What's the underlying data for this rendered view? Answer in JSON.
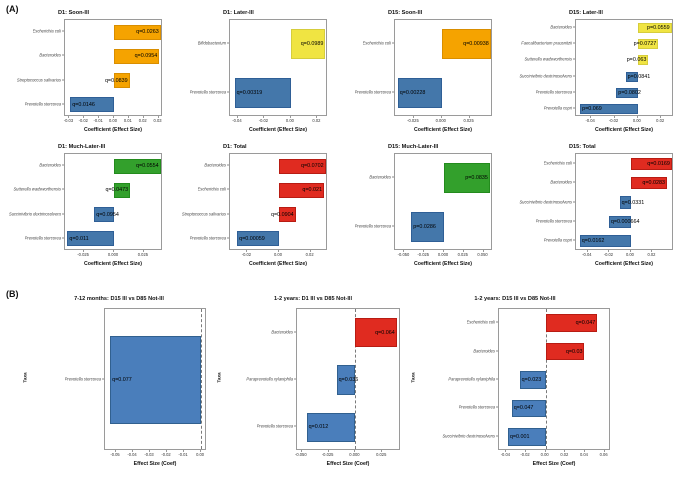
{
  "figure": {
    "section_a_label": "(A)",
    "section_b_label": "(B)",
    "colors": {
      "orange": "#f5a300",
      "yellow": "#f0e442",
      "blue": "#4477aa",
      "blue_b": "#4a7ebb",
      "green": "#33a02c",
      "red": "#e02b20",
      "bar_stroke_blue": "#2f5f96",
      "bar_stroke_red": "#b81c13",
      "axis": "#9a9a9a"
    }
  },
  "chart_data": [
    {
      "id": "a1",
      "type": "bar",
      "orientation": "horizontal",
      "title": "D1: Soon-Ill",
      "xlabel": "Coefficient (Effect Size)",
      "ylabel": "",
      "xlim": [
        -0.033,
        0.033
      ],
      "xticks": [
        -0.03,
        -0.02,
        -0.01,
        0.0,
        0.01,
        0.02,
        0.03
      ],
      "xticklabels": [
        "-0.03",
        "-0.02",
        "-0.01",
        "0.00",
        "0.01",
        "0.02",
        "0.03"
      ],
      "grid": false,
      "zero_line": false,
      "categories": [
        "Escherichia coli",
        "Bacteroides",
        "Streptococcus salivarius",
        "Prevotella stercorea"
      ],
      "values": [
        0.0315,
        0.0305,
        0.0105,
        -0.0295
      ],
      "labels": [
        "q=0.0263",
        "q=0.0954",
        "q=0.0839",
        "q=0.0146"
      ],
      "colors": [
        "orange",
        "orange",
        "orange",
        "blue"
      ]
    },
    {
      "id": "a2",
      "type": "bar",
      "orientation": "horizontal",
      "title": "D1: Later-Ill",
      "xlabel": "Coefficient (Effect Size)",
      "ylabel": "",
      "xlim": [
        -0.046,
        0.028
      ],
      "xticks": [
        -0.04,
        -0.02,
        0.0,
        0.02
      ],
      "xticklabels": [
        "-0.04",
        "-0.02",
        "0.00",
        "0.02"
      ],
      "grid": false,
      "zero_line": false,
      "categories": [
        "Bifidobacterium",
        "Prevotella stercorea"
      ],
      "values": [
        0.026,
        -0.0425
      ],
      "labels": [
        "q=0.0989",
        "q=0.00319"
      ],
      "colors": [
        "yellow",
        "blue"
      ]
    },
    {
      "id": "a3",
      "type": "bar",
      "orientation": "horizontal",
      "title": "D15: Soon-Ill",
      "xlabel": "Coefficient (Effect Size)",
      "ylabel": "",
      "xlim": [
        -0.042,
        0.046
      ],
      "xticks": [
        -0.025,
        0.0,
        0.025
      ],
      "xticklabels": [
        "-0.025",
        "0.000",
        "0.025"
      ],
      "grid": false,
      "zero_line": false,
      "categories": [
        "Escherichia coli",
        "Prevotella stercorea"
      ],
      "values": [
        0.044,
        -0.0395
      ],
      "labels": [
        "q=0.00938",
        "q=0.00228"
      ],
      "colors": [
        "orange",
        "blue"
      ]
    },
    {
      "id": "a4",
      "type": "bar",
      "orientation": "horizontal",
      "title": "D15: Later-Ill",
      "xlabel": "Coefficient (Effect Size)",
      "ylabel": "",
      "xlim": [
        -0.053,
        0.031
      ],
      "xticks": [
        -0.04,
        -0.02,
        0.0,
        0.02
      ],
      "xticklabels": [
        "-0.04",
        "-0.02",
        "0.00",
        "0.02"
      ],
      "grid": false,
      "zero_line": false,
      "categories": [
        "Bacteroides",
        "Faecalibacterium prausnitzii",
        "Sutterella wadsworthensis",
        "Succinivibrio dextrinosolvens",
        "Prevotella stercorea",
        "Prevotella copri"
      ],
      "values": [
        0.029,
        0.0175,
        0.009,
        -0.0105,
        -0.0185,
        -0.0495
      ],
      "labels": [
        "p=0.0559",
        "p=0.0727",
        "p=0.063",
        "p=0.0841",
        "p=0.0802",
        "p=0.069"
      ],
      "colors": [
        "yellow",
        "yellow",
        "yellow",
        "blue",
        "blue",
        "blue"
      ]
    },
    {
      "id": "a5",
      "type": "bar",
      "orientation": "horizontal",
      "title": "D1: Much-Later-Ill",
      "xlabel": "Coefficient (Effect Size)",
      "ylabel": "",
      "xlim": [
        -0.041,
        0.041
      ],
      "xticks": [
        -0.025,
        0.0,
        0.025
      ],
      "xticklabels": [
        "-0.025",
        "0.000",
        "0.025"
      ],
      "grid": false,
      "zero_line": false,
      "categories": [
        "Bacteroides",
        "Sutterella wadsworthensis",
        "Succinivibrio dextrinosolvens",
        "Prevotella stercorea"
      ],
      "values": [
        0.039,
        0.0135,
        -0.0165,
        -0.039
      ],
      "labels": [
        "q=0.0554",
        "q=0.0473",
        "q=0.0954",
        "q=0.011"
      ],
      "colors": [
        "green",
        "green",
        "blue",
        "blue"
      ]
    },
    {
      "id": "a6",
      "type": "bar",
      "orientation": "horizontal",
      "title": "D1: Total",
      "xlabel": "Coefficient (Effect Size)",
      "ylabel": "",
      "xlim": [
        -0.031,
        0.031
      ],
      "xticks": [
        -0.02,
        0.0,
        0.02
      ],
      "xticklabels": [
        "-0.02",
        "0.00",
        "0.02"
      ],
      "grid": false,
      "zero_line": false,
      "categories": [
        "Bacteroides",
        "Escherichia coli",
        "Streptococcus salivarius",
        "Prevotella stercorea"
      ],
      "values": [
        0.0295,
        0.0285,
        0.0105,
        -0.0265
      ],
      "labels": [
        "q=0.0702",
        "q=0.021",
        "q=0.0904",
        "q=0.00059"
      ],
      "colors": [
        "red",
        "red",
        "red",
        "blue"
      ]
    },
    {
      "id": "a7",
      "type": "bar",
      "orientation": "horizontal",
      "title": "D15: Much-Later-Ill",
      "xlabel": "Coefficient (Effect Size)",
      "ylabel": "",
      "xlim": [
        -0.062,
        0.062
      ],
      "xticks": [
        -0.05,
        -0.025,
        0.0,
        0.025,
        0.05
      ],
      "xticklabels": [
        "-0.050",
        "-0.025",
        "0.000",
        "0.025",
        "0.050"
      ],
      "grid": false,
      "zero_line": false,
      "categories": [
        "Bacteroides",
        "Prevotella stercorea"
      ],
      "values": [
        0.058,
        -0.0415
      ],
      "labels": [
        "p=0.0835",
        "p=0.0286"
      ],
      "colors": [
        "green",
        "blue"
      ]
    },
    {
      "id": "a8",
      "type": "bar",
      "orientation": "horizontal",
      "title": "D15: Total",
      "xlabel": "Coefficient (Effect Size)",
      "ylabel": "",
      "xlim": [
        -0.051,
        0.04
      ],
      "xticks": [
        -0.04,
        -0.02,
        0.0,
        0.02
      ],
      "xticklabels": [
        "-0.04",
        "-0.02",
        "0.00",
        "0.02"
      ],
      "grid": false,
      "zero_line": false,
      "categories": [
        "Escherichia coli",
        "Bacteroides",
        "Succinivibrio dextrinosolvens",
        "Prevotella stercorea",
        "Prevotella copri"
      ],
      "values": [
        0.038,
        0.0335,
        -0.0105,
        -0.0205,
        -0.0475
      ],
      "labels": [
        "q=0.0169",
        "q=0.0283",
        "q=0.0331",
        "q=0.000664",
        "q=0.0162"
      ],
      "colors": [
        "red",
        "red",
        "blue",
        "blue",
        "blue"
      ]
    },
    {
      "id": "b1",
      "type": "bar",
      "orientation": "horizontal",
      "title": "7-12 months: D15 Ill vs D85 Not-Ill",
      "xlabel": "Effect Size (Coef)",
      "ylabel": "Taxa",
      "xlim": [
        -0.0565,
        0.0035
      ],
      "xticks": [
        -0.05,
        -0.04,
        -0.03,
        -0.02,
        -0.01,
        0.0
      ],
      "xticklabels": [
        "-0.05",
        "-0.04",
        "-0.03",
        "-0.02",
        "-0.01",
        "0.00"
      ],
      "grid": false,
      "zero_line": true,
      "categories": [
        "Prevotella stercorea"
      ],
      "values": [
        -0.0535
      ],
      "labels": [
        "q=0.077"
      ],
      "colors": [
        "blue_b"
      ]
    },
    {
      "id": "b2",
      "type": "bar",
      "orientation": "horizontal",
      "title": "1-2 years: D1 Ill vs D85 Not-Ill",
      "xlabel": "Effect Size (Coef)",
      "ylabel": "Taxa",
      "xlim": [
        -0.0545,
        0.0425
      ],
      "xticks": [
        -0.05,
        -0.025,
        0.0,
        0.025
      ],
      "xticklabels": [
        "-0.050",
        "-0.025",
        "0.000",
        "0.025"
      ],
      "grid": false,
      "zero_line": true,
      "categories": [
        "Bacteroides",
        "Paraprevotella xylaniphila",
        "Prevotella stercorea"
      ],
      "values": [
        0.0385,
        -0.0175,
        -0.0455
      ],
      "labels": [
        "q=0.064",
        "q=0.036",
        "q=0.012"
      ],
      "colors": [
        "red",
        "blue_b",
        "blue_b"
      ]
    },
    {
      "id": "b3",
      "type": "bar",
      "orientation": "horizontal",
      "title": "1-2 years: D15 Ill vs D85 Not-Ill",
      "xlabel": "Effect Size (Coef)",
      "ylabel": "Taxa",
      "xlim": [
        -0.0475,
        0.0665
      ],
      "xticks": [
        -0.04,
        -0.02,
        0.0,
        0.02,
        0.04,
        0.06
      ],
      "xticklabels": [
        "-0.04",
        "-0.02",
        "0.00",
        "0.02",
        "0.04",
        "0.06"
      ],
      "grid": false,
      "zero_line": true,
      "categories": [
        "Escherichia coli",
        "Bacteroides",
        "Paraprevotella xylaniphila",
        "Prevotella stercorea",
        "Succinivibrio dextrinosolvens"
      ],
      "values": [
        0.0525,
        0.0395,
        -0.0265,
        -0.0345,
        -0.0385
      ],
      "labels": [
        "q=0.047",
        "q=0.03",
        "q=0.023",
        "q=0.047",
        "q=0.001"
      ],
      "colors": [
        "red",
        "red",
        "blue_b",
        "blue_b",
        "blue_b"
      ]
    }
  ]
}
